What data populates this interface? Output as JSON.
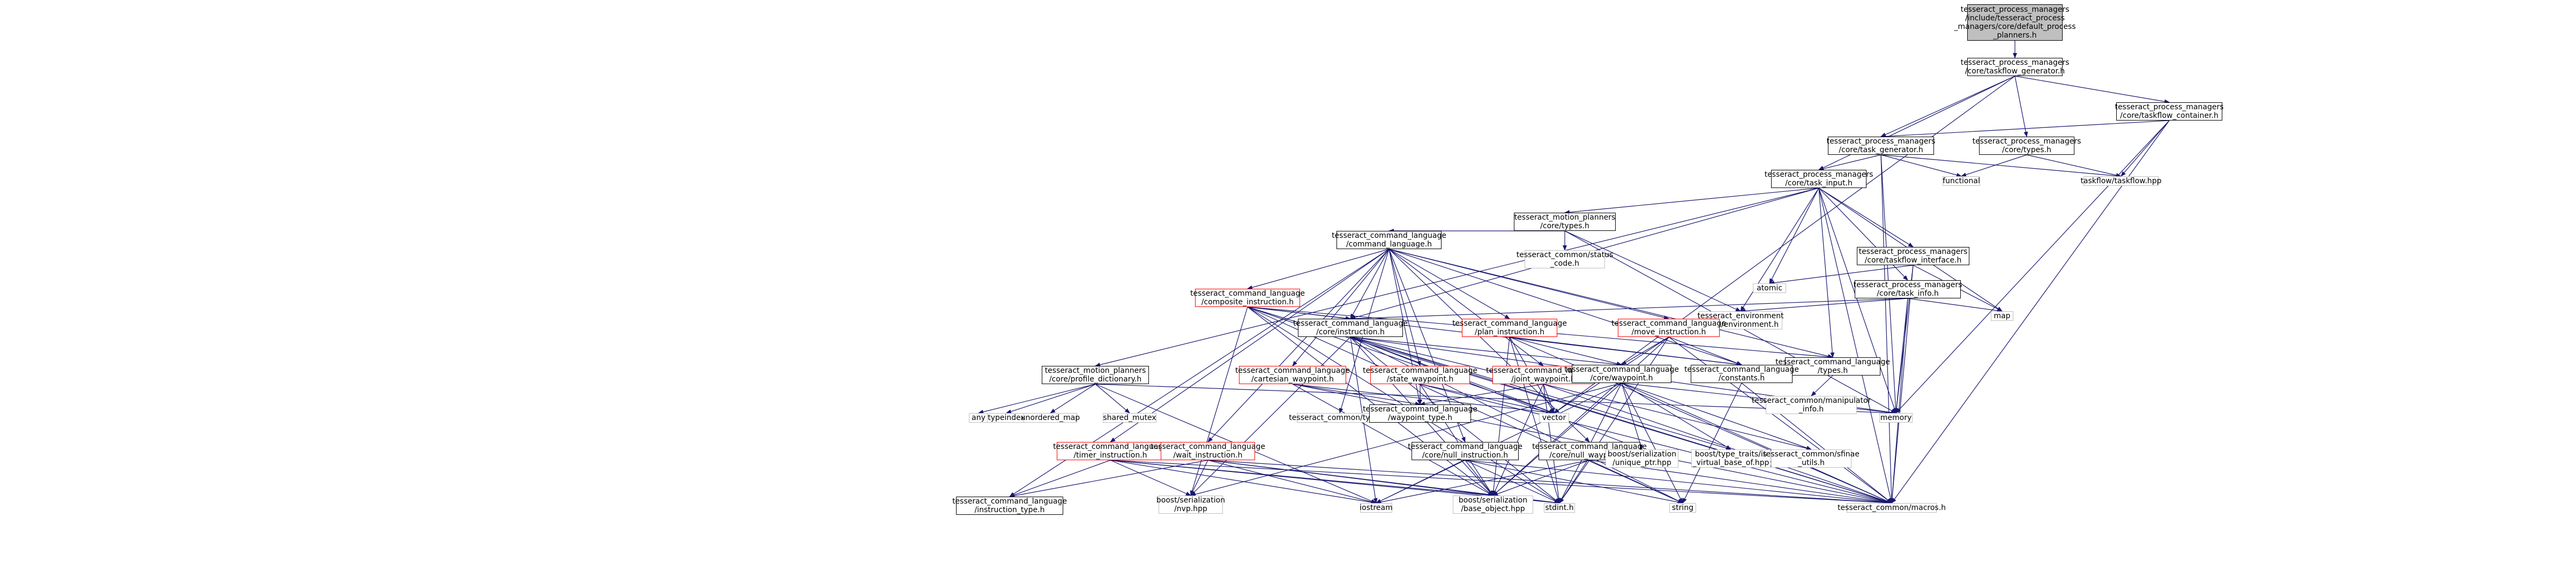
{
  "diagram": {
    "nodes": [
      {
        "id": "root",
        "lines": [
          "tesseract_process_managers",
          "/include/tesseract_process",
          "_managers/core/default_process",
          "_planners.h"
        ],
        "style": "root"
      },
      {
        "id": "tg",
        "lines": [
          "tesseract_process_managers",
          "/core/taskflow_generator.h"
        ],
        "style": "normal"
      },
      {
        "id": "tc",
        "lines": [
          "tesseract_process_managers",
          "/core/taskflow_container.h"
        ],
        "style": "normal"
      },
      {
        "id": "tgen",
        "lines": [
          "tesseract_process_managers",
          "/core/task_generator.h"
        ],
        "style": "normal"
      },
      {
        "id": "types_pm",
        "lines": [
          "tesseract_process_managers",
          "/core/types.h"
        ],
        "style": "normal"
      },
      {
        "id": "ti",
        "lines": [
          "tesseract_process_managers",
          "/core/task_input.h"
        ],
        "style": "normal"
      },
      {
        "id": "functional",
        "lines": [
          "functional"
        ],
        "style": "ext"
      },
      {
        "id": "taskflow",
        "lines": [
          "taskflow/taskflow.hpp"
        ],
        "style": "ext"
      },
      {
        "id": "mp_types",
        "lines": [
          "tesseract_motion_planners",
          "/core/types.h"
        ],
        "style": "normal"
      },
      {
        "id": "status",
        "lines": [
          "tesseract_common/status",
          "_code.h"
        ],
        "style": "ext"
      },
      {
        "id": "tfi",
        "lines": [
          "tesseract_process_managers",
          "/core/taskflow_interface.h"
        ],
        "style": "normal"
      },
      {
        "id": "cl",
        "lines": [
          "tesseract_command_language",
          "/command_language.h"
        ],
        "style": "normal"
      },
      {
        "id": "atomic",
        "lines": [
          "atomic"
        ],
        "style": "ext"
      },
      {
        "id": "tinfo",
        "lines": [
          "tesseract_process_managers",
          "/core/task_info.h"
        ],
        "style": "normal"
      },
      {
        "id": "ci",
        "lines": [
          "tesseract_command_language",
          "/composite_instruction.h"
        ],
        "style": "red"
      },
      {
        "id": "env",
        "lines": [
          "tesseract_environment",
          "/core/environment.h"
        ],
        "style": "ext"
      },
      {
        "id": "map",
        "lines": [
          "map"
        ],
        "style": "ext"
      },
      {
        "id": "instr",
        "lines": [
          "tesseract_command_language",
          "/core/instruction.h"
        ],
        "style": "normal"
      },
      {
        "id": "plan",
        "lines": [
          "tesseract_command_language",
          "/plan_instruction.h"
        ],
        "style": "red"
      },
      {
        "id": "move",
        "lines": [
          "tesseract_command_language",
          "/move_instruction.h"
        ],
        "style": "red"
      },
      {
        "id": "cl_types",
        "lines": [
          "tesseract_command_language",
          "/types.h"
        ],
        "style": "normal"
      },
      {
        "id": "pd",
        "lines": [
          "tesseract_motion_planners",
          "/core/profile_dictionary.h"
        ],
        "style": "normal"
      },
      {
        "id": "cart",
        "lines": [
          "tesseract_command_language",
          "/cartesian_waypoint.h"
        ],
        "style": "red"
      },
      {
        "id": "state",
        "lines": [
          "tesseract_command_language",
          "/state_waypoint.h"
        ],
        "style": "red"
      },
      {
        "id": "joint",
        "lines": [
          "tesseract_command_language",
          "/joint_waypoint.h"
        ],
        "style": "red"
      },
      {
        "id": "waypoint",
        "lines": [
          "tesseract_command_language",
          "/core/waypoint.h"
        ],
        "style": "normal"
      },
      {
        "id": "constants",
        "lines": [
          "tesseract_command_language",
          "/constants.h"
        ],
        "style": "normal"
      },
      {
        "id": "manip",
        "lines": [
          "tesseract_common/manipulator",
          "_info.h"
        ],
        "style": "ext"
      },
      {
        "id": "any",
        "lines": [
          "any"
        ],
        "style": "ext"
      },
      {
        "id": "typeindex",
        "lines": [
          "typeindex"
        ],
        "style": "ext"
      },
      {
        "id": "umap",
        "lines": [
          "unordered_map"
        ],
        "style": "ext"
      },
      {
        "id": "smutex",
        "lines": [
          "shared_mutex"
        ],
        "style": "ext"
      },
      {
        "id": "ctypes",
        "lines": [
          "tesseract_common/types.h"
        ],
        "style": "ext"
      },
      {
        "id": "wtype",
        "lines": [
          "tesseract_command_language",
          "/waypoint_type.h"
        ],
        "style": "normal"
      },
      {
        "id": "vector",
        "lines": [
          "vector"
        ],
        "style": "ext"
      },
      {
        "id": "memory",
        "lines": [
          "memory"
        ],
        "style": "ext"
      },
      {
        "id": "timer",
        "lines": [
          "tesseract_command_language",
          "/timer_instruction.h"
        ],
        "style": "red"
      },
      {
        "id": "wait",
        "lines": [
          "tesseract_command_language",
          "/wait_instruction.h"
        ],
        "style": "red"
      },
      {
        "id": "nullinstr",
        "lines": [
          "tesseract_command_language",
          "/core/null_instruction.h"
        ],
        "style": "normal"
      },
      {
        "id": "nullwp",
        "lines": [
          "tesseract_command_language",
          "/core/null_waypoint.h"
        ],
        "style": "normal"
      },
      {
        "id": "uptr",
        "lines": [
          "boost/serialization",
          "/unique_ptr.hpp"
        ],
        "style": "ext"
      },
      {
        "id": "vbase",
        "lines": [
          "boost/type_traits/is",
          "_virtual_base_of.hpp"
        ],
        "style": "ext"
      },
      {
        "id": "sfinae",
        "lines": [
          "tesseract_common/sfinae",
          "_utils.h"
        ],
        "style": "ext"
      },
      {
        "id": "itype",
        "lines": [
          "tesseract_command_language",
          "/instruction_type.h"
        ],
        "style": "normal"
      },
      {
        "id": "nvp",
        "lines": [
          "boost/serialization",
          "/nvp.hpp"
        ],
        "style": "ext"
      },
      {
        "id": "iostream",
        "lines": [
          "iostream"
        ],
        "style": "ext"
      },
      {
        "id": "bobj",
        "lines": [
          "boost/serialization",
          "/base_object.hpp"
        ],
        "style": "ext"
      },
      {
        "id": "stdint",
        "lines": [
          "stdint.h"
        ],
        "style": "ext"
      },
      {
        "id": "string",
        "lines": [
          "string"
        ],
        "style": "ext"
      },
      {
        "id": "macros",
        "lines": [
          "tesseract_common/macros.h"
        ],
        "style": "ext"
      }
    ],
    "edges": [
      [
        "root",
        "tg"
      ],
      [
        "tg",
        "tc"
      ],
      [
        "tg",
        "tgen"
      ],
      [
        "tg",
        "types_pm"
      ],
      [
        "tg",
        "ti"
      ],
      [
        "tg",
        "vector"
      ],
      [
        "tc",
        "tgen"
      ],
      [
        "tc",
        "taskflow"
      ],
      [
        "tc",
        "memory"
      ],
      [
        "tc",
        "macros"
      ],
      [
        "tgen",
        "ti"
      ],
      [
        "tgen",
        "functional"
      ],
      [
        "tgen",
        "taskflow"
      ],
      [
        "tgen",
        "memory"
      ],
      [
        "tgen",
        "macros"
      ],
      [
        "types_pm",
        "functional"
      ],
      [
        "types_pm",
        "taskflow"
      ],
      [
        "ti",
        "mp_types"
      ],
      [
        "ti",
        "pd"
      ],
      [
        "ti",
        "env"
      ],
      [
        "ti",
        "atomic"
      ],
      [
        "ti",
        "tfi"
      ],
      [
        "ti",
        "tinfo"
      ],
      [
        "ti",
        "map"
      ],
      [
        "ti",
        "instr"
      ],
      [
        "ti",
        "cl_types"
      ],
      [
        "ti",
        "memory"
      ],
      [
        "ti",
        "macros"
      ],
      [
        "mp_types",
        "status"
      ],
      [
        "mp_types",
        "cl"
      ],
      [
        "mp_types",
        "env"
      ],
      [
        "mp_types",
        "memory"
      ],
      [
        "tfi",
        "atomic"
      ],
      [
        "tfi",
        "map"
      ],
      [
        "tfi",
        "memory"
      ],
      [
        "tfi",
        "macros"
      ],
      [
        "tinfo",
        "env"
      ],
      [
        "tinfo",
        "instr"
      ],
      [
        "tinfo",
        "map"
      ],
      [
        "tinfo",
        "memory"
      ],
      [
        "tinfo",
        "macros"
      ],
      [
        "cl",
        "ci"
      ],
      [
        "cl",
        "instr"
      ],
      [
        "cl",
        "plan"
      ],
      [
        "cl",
        "move"
      ],
      [
        "cl",
        "cl_types"
      ],
      [
        "cl",
        "cart"
      ],
      [
        "cl",
        "state"
      ],
      [
        "cl",
        "joint"
      ],
      [
        "cl",
        "timer"
      ],
      [
        "cl",
        "wait"
      ],
      [
        "cl",
        "nullinstr"
      ],
      [
        "cl",
        "nullwp"
      ],
      [
        "cl",
        "constants"
      ],
      [
        "cl",
        "itype"
      ],
      [
        "cl",
        "wtype"
      ],
      [
        "cl",
        "ctypes"
      ],
      [
        "ci",
        "instr"
      ],
      [
        "ci",
        "constants"
      ],
      [
        "ci",
        "cl_types"
      ],
      [
        "ci",
        "vector"
      ],
      [
        "ci",
        "bobj"
      ],
      [
        "ci",
        "nvp"
      ],
      [
        "ci",
        "string"
      ],
      [
        "ci",
        "stdint"
      ],
      [
        "ci",
        "macros"
      ],
      [
        "instr",
        "waypoint"
      ],
      [
        "instr",
        "uptr"
      ],
      [
        "instr",
        "vbase"
      ],
      [
        "instr",
        "sfinae"
      ],
      [
        "instr",
        "memory"
      ],
      [
        "instr",
        "vector"
      ],
      [
        "instr",
        "string"
      ],
      [
        "instr",
        "iostream"
      ],
      [
        "instr",
        "bobj"
      ],
      [
        "instr",
        "nvp"
      ],
      [
        "instr",
        "stdint"
      ],
      [
        "instr",
        "macros"
      ],
      [
        "plan",
        "waypoint"
      ],
      [
        "plan",
        "constants"
      ],
      [
        "plan",
        "vector"
      ],
      [
        "plan",
        "bobj"
      ],
      [
        "plan",
        "stdint"
      ],
      [
        "plan",
        "macros"
      ],
      [
        "move",
        "waypoint"
      ],
      [
        "move",
        "constants"
      ],
      [
        "move",
        "vector"
      ],
      [
        "move",
        "bobj"
      ],
      [
        "move",
        "stdint"
      ],
      [
        "move",
        "macros"
      ],
      [
        "cl_types",
        "manip"
      ],
      [
        "pd",
        "any"
      ],
      [
        "pd",
        "typeindex"
      ],
      [
        "pd",
        "umap"
      ],
      [
        "pd",
        "smutex"
      ],
      [
        "pd",
        "memory"
      ],
      [
        "pd",
        "iostream"
      ],
      [
        "cart",
        "wtype"
      ],
      [
        "cart",
        "vector"
      ],
      [
        "cart",
        "bobj"
      ],
      [
        "cart",
        "macros"
      ],
      [
        "state",
        "wtype"
      ],
      [
        "state",
        "vector"
      ],
      [
        "state",
        "bobj"
      ],
      [
        "state",
        "macros"
      ],
      [
        "joint",
        "wtype"
      ],
      [
        "joint",
        "vector"
      ],
      [
        "joint",
        "bobj"
      ],
      [
        "joint",
        "stdint"
      ],
      [
        "joint",
        "macros"
      ],
      [
        "waypoint",
        "uptr"
      ],
      [
        "waypoint",
        "vbase"
      ],
      [
        "waypoint",
        "sfinae"
      ],
      [
        "waypoint",
        "memory"
      ],
      [
        "waypoint",
        "string"
      ],
      [
        "waypoint",
        "iostream"
      ],
      [
        "waypoint",
        "bobj"
      ],
      [
        "waypoint",
        "nvp"
      ],
      [
        "waypoint",
        "stdint"
      ],
      [
        "waypoint",
        "macros"
      ],
      [
        "constants",
        "string"
      ],
      [
        "constants",
        "macros"
      ],
      [
        "timer",
        "itype"
      ],
      [
        "timer",
        "nvp"
      ],
      [
        "timer",
        "iostream"
      ],
      [
        "timer",
        "bobj"
      ],
      [
        "timer",
        "stdint"
      ],
      [
        "timer",
        "macros"
      ],
      [
        "wait",
        "itype"
      ],
      [
        "wait",
        "nvp"
      ],
      [
        "wait",
        "iostream"
      ],
      [
        "wait",
        "bobj"
      ],
      [
        "wait",
        "stdint"
      ],
      [
        "wait",
        "macros"
      ],
      [
        "nullinstr",
        "iostream"
      ],
      [
        "nullinstr",
        "bobj"
      ],
      [
        "nullinstr",
        "stdint"
      ],
      [
        "nullinstr",
        "string"
      ],
      [
        "nullinstr",
        "macros"
      ],
      [
        "nullwp",
        "iostream"
      ],
      [
        "nullwp",
        "bobj"
      ],
      [
        "nullwp",
        "stdint"
      ],
      [
        "nullwp",
        "string"
      ],
      [
        "nullwp",
        "macros"
      ]
    ]
  }
}
